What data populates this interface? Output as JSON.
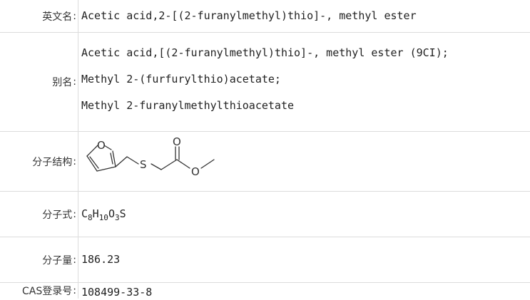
{
  "rows": {
    "english_name": {
      "label": "英文名",
      "value": "Acetic acid,2-[(2-furanylmethyl)thio]-, methyl ester"
    },
    "aliases": {
      "label": "别名",
      "lines": [
        "Acetic acid,[(2-furanylmethyl)thio]-, methyl ester (9CI);",
        "Methyl 2-(furfurylthio)acetate;",
        "Methyl 2-furanylmethylthioacetate"
      ]
    },
    "structure": {
      "label": "分子结构",
      "atoms": {
        "ring_o": "O",
        "sulfur": "S",
        "carbonyl_o": "O",
        "ester_o": "O"
      }
    },
    "formula": {
      "label": "分子式",
      "parts": [
        {
          "el": "C",
          "n": "8"
        },
        {
          "el": "H",
          "n": "10"
        },
        {
          "el": "O",
          "n": "3"
        },
        {
          "el": "S",
          "n": ""
        }
      ]
    },
    "molecular_weight": {
      "label": "分子量",
      "value": "186.23"
    },
    "cas": {
      "label": "CAS登录号",
      "value": "108499-33-8"
    }
  }
}
